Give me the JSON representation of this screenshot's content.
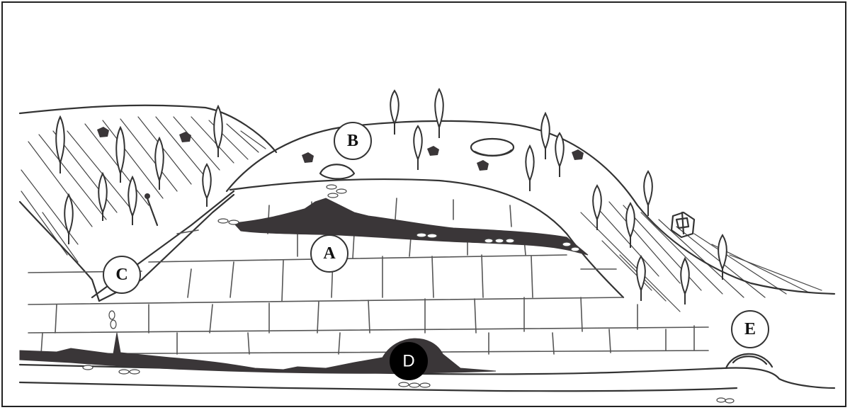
{
  "labels": {
    "A": "A",
    "B": "B",
    "C": "C",
    "D": "D",
    "E": "E"
  }
}
